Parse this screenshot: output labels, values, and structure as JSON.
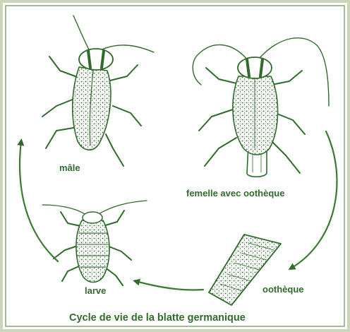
{
  "diagram": {
    "title": "Cycle de vie de la blatte germanique",
    "stages": [
      {
        "id": "male",
        "label": "mâle"
      },
      {
        "id": "female",
        "label": "femelle avec oothèque"
      },
      {
        "id": "ootheca",
        "label": "oothèque"
      },
      {
        "id": "larva",
        "label": "larve"
      }
    ],
    "arrows": [
      {
        "from": "female",
        "to": "ootheca"
      },
      {
        "from": "ootheca",
        "to": "larva"
      },
      {
        "from": "larva",
        "to": "male"
      }
    ],
    "colors": {
      "ink": "#2f6b2a",
      "ink_light": "#5d8f4a",
      "border": "#c9d6b8",
      "background": "#ffffff"
    }
  }
}
